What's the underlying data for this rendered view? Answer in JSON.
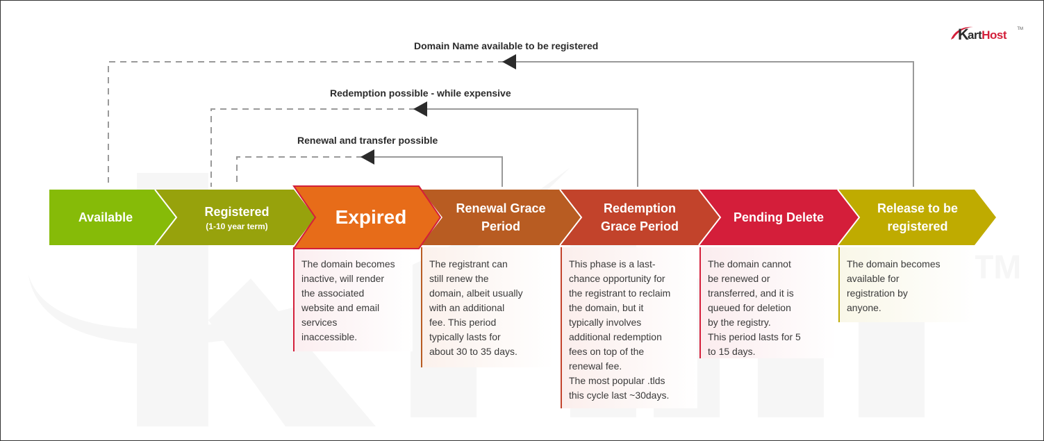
{
  "brand": {
    "name": "KartHost",
    "logo_prefix": "K",
    "logo_mid": "art",
    "logo_suffix": "Host",
    "trademark": "TM",
    "accent_color": "#d31f3a"
  },
  "loops": [
    {
      "label": "Domain Name available to be registered",
      "from": "Release to be registered",
      "to": "Available"
    },
    {
      "label": "Redemption possible - while expensive",
      "from": "Redemption Grace Period",
      "to": "Registered"
    },
    {
      "label": "Renewal and transfer possible",
      "from": "Renewal Grace Period",
      "to": "Registered"
    }
  ],
  "stages": [
    {
      "title": "Available",
      "subtitle": "",
      "color": "#86bb08",
      "description": ""
    },
    {
      "title": "Registered",
      "subtitle": "(1-10 year term)",
      "color": "#97a20c",
      "description": ""
    },
    {
      "title": "Expired",
      "subtitle": "",
      "color": "#e76c19",
      "border": "#d31f3a",
      "description": "The domain becomes inactive, will render the associated website and email services inaccessible."
    },
    {
      "title_line1": "Renewal Grace",
      "title_line2": "Period",
      "color": "#b85c22",
      "description": "The registrant can still renew the domain, albeit usually with an additional fee. This period typically lasts for about 30 to 35 days."
    },
    {
      "title_line1": "Redemption",
      "title_line2": "Grace Period",
      "color": "#c2432b",
      "description": "This phase is a last-chance opportunity for the registrant to reclaim the domain, but it typically involves additional redemption fees on top of the renewal fee.",
      "note": "The most popular .tlds this cycle last ~30days."
    },
    {
      "title": "Pending Delete",
      "color": "#d41e3a",
      "description": "The domain cannot be renewed or transferred, and it is queued for deletion by the registry.",
      "note": "This period lasts for 5 to 15 days."
    },
    {
      "title_line1": "Release to be",
      "title_line2": "registered",
      "color": "#bfab00",
      "description": "The domain becomes available for registration by anyone."
    }
  ],
  "desc_lines": {
    "expired": [
      "The domain becomes",
      "inactive, will render",
      "the associated",
      "website and email",
      "services",
      "inaccessible."
    ],
    "renewal": [
      "The registrant can",
      "still renew the",
      "domain, albeit usually",
      "with an additional",
      "fee. This period",
      "typically lasts for",
      "about 30 to 35 days."
    ],
    "redemption": [
      "This phase is a last-",
      "chance opportunity for",
      "the registrant to reclaim",
      "the domain, but it",
      "typically involves",
      "additional redemption",
      "fees on top of the",
      "renewal fee.",
      "The most popular .tlds",
      "this cycle last ~30days."
    ],
    "pending": [
      "The domain cannot",
      "be renewed or",
      "transferred, and it is",
      "queued for deletion",
      "by the registry.",
      "This period lasts for 5",
      "to 15 days."
    ],
    "release": [
      "The domain becomes",
      "available for",
      "registration by",
      "anyone."
    ]
  }
}
